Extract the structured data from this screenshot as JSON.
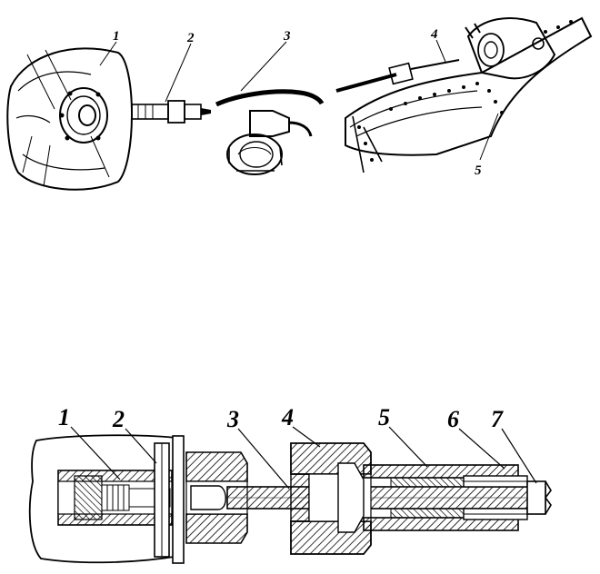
{
  "top_figure": {
    "callouts": [
      "1",
      "2",
      "3",
      "4",
      "5"
    ]
  },
  "bottom_figure": {
    "callouts": [
      "1",
      "2",
      "3",
      "4",
      "5",
      "6",
      "7"
    ]
  }
}
